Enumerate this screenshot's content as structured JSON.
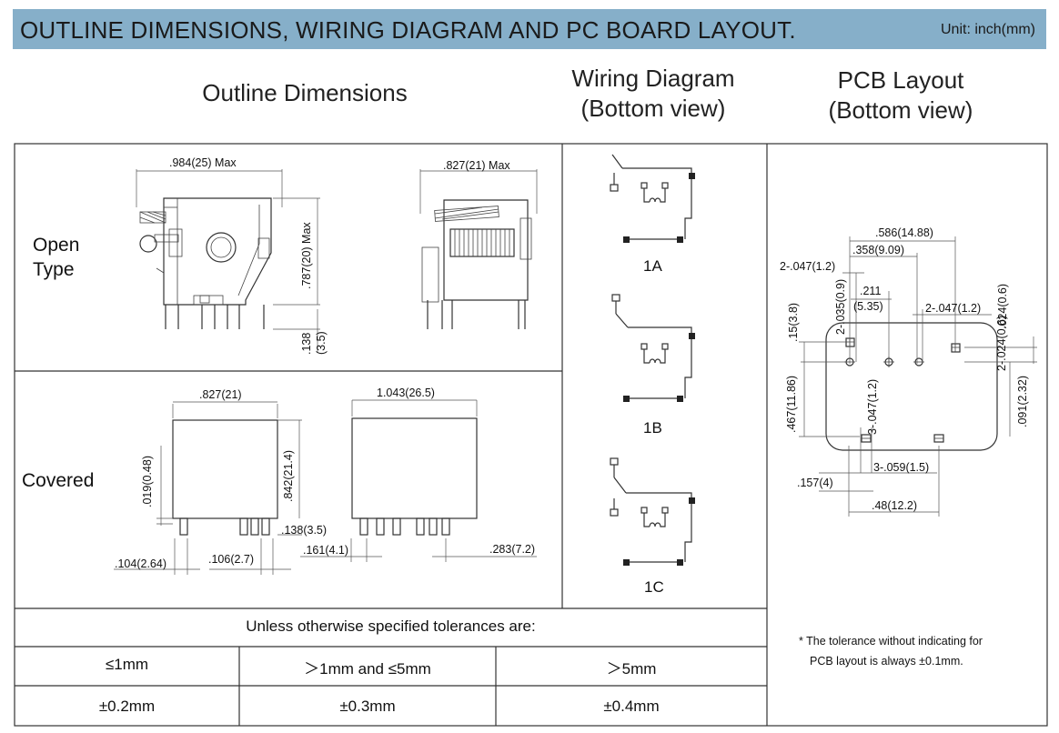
{
  "title": "OUTLINE DIMENSIONS, WIRING DIAGRAM AND PC BOARD LAYOUT.",
  "unit": "Unit: inch(mm)",
  "headers": {
    "outline": "Outline Dimensions",
    "wiring_l1": "Wiring Diagram",
    "wiring_l2": "(Bottom view)",
    "pcb_l1": "PCB Layout",
    "pcb_l2": "(Bottom view)"
  },
  "outline": {
    "open_l1": "Open",
    "open_l2": "Type",
    "covered": "Covered",
    "open_dims": {
      "width_front": ".984(25) Max",
      "width_side": ".827(21) Max",
      "height": ".787(20) Max",
      "pin_len_l1": ".138",
      "pin_len_l2": "(3.5)"
    },
    "covered_dims": {
      "width_front": ".827(21)",
      "width_side": "1.043(26.5)",
      "stand": ".019(0.48)",
      "height": ".842(21.4)",
      "pin_len": ".138(3.5)",
      "pin_pitch_a": ".104(2.64)",
      "pin_pitch_b": ".106(2.7)",
      "pin_pitch_c": ".161(4.1)",
      "pin_pitch_d": ".283(7.2)"
    }
  },
  "wiring": {
    "labels": [
      "1A",
      "1B",
      "1C"
    ]
  },
  "pcb": {
    "dims": {
      "d1": ".586(14.88)",
      "d2": ".358(9.09)",
      "d3": "2-.047(1.2)",
      "d4": "2-.035(0.9)",
      "d5": ".211",
      "d6": "(5.35)",
      "d7": "2-.047(1.2)",
      "d8": ".024(0.6)",
      "d9": ".15(3.8)",
      "d10": "2-.024(0.6)",
      "d11": ".467(11.86)",
      "d12": "3-.047(1.2)",
      "d13": ".091(2.32)",
      "d14": "3-.059(1.5)",
      "d15": ".157(4)",
      "d16": ".48(12.2)"
    },
    "note_l1": "* The tolerance without indicating for",
    "note_l2": "PCB layout is always ±0.1mm."
  },
  "tolerance": {
    "caption": "Unless otherwise specified tolerances are:",
    "headers": [
      "≤1mm",
      "＞1mm and ≤5mm",
      "＞5mm"
    ],
    "values": [
      "±0.2mm",
      "±0.3mm",
      "±0.4mm"
    ]
  }
}
